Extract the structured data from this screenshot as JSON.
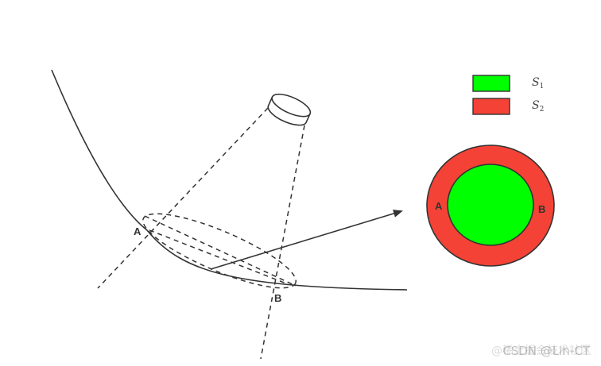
{
  "diagram": {
    "point_a_label": "A",
    "point_b_label": "B",
    "ring_label_a": "A",
    "ring_label_b": "B"
  },
  "legend": {
    "items": [
      {
        "symbol": "S",
        "subscript": "1",
        "color": "#00ff00"
      },
      {
        "symbol": "S",
        "subscript": "2",
        "color": "#f44336"
      }
    ]
  },
  "colors": {
    "outer_ring": "#f44336",
    "inner_area": "#00ff00",
    "stroke": "#333333"
  },
  "icons": {
    "source": "cylinder-light-source-icon",
    "arrow": "arrow-right-icon"
  },
  "watermark": {
    "text": "CSDN @Lin-CT",
    "overlay": "@稀土掘金技术社区"
  }
}
